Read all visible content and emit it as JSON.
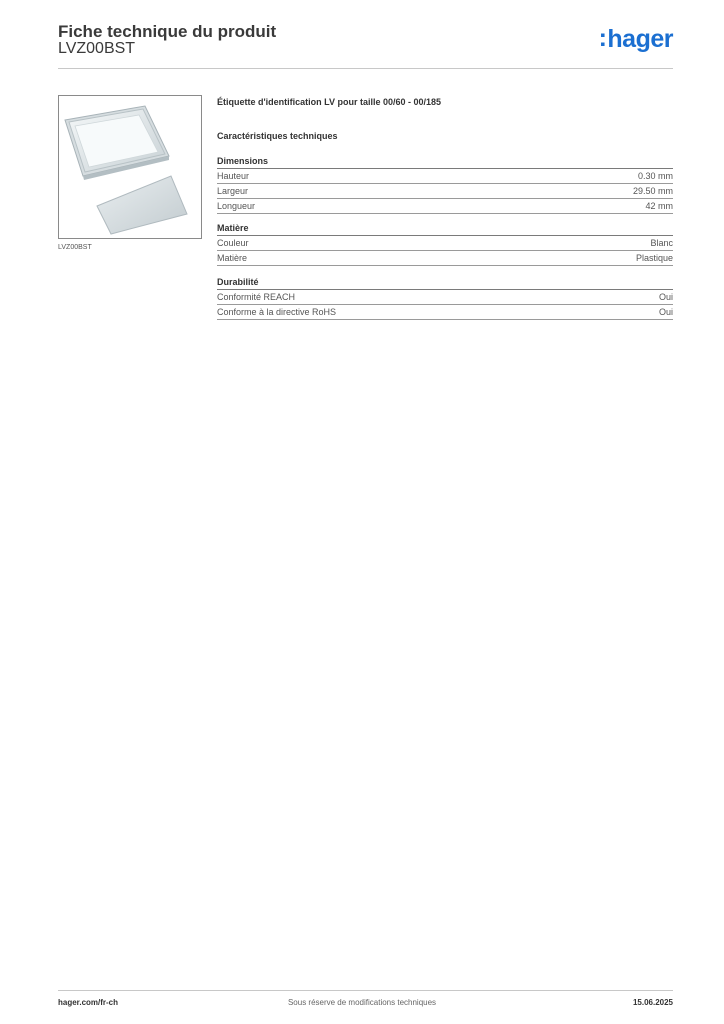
{
  "header": {
    "title": "Fiche technique du produit",
    "product_code": "LVZ00BST",
    "logo_text": "hager",
    "logo_prefix": ":",
    "brand_color": "#1b6fd1"
  },
  "image": {
    "caption": "LVZ00BST",
    "icon": "product-photo-label-holder"
  },
  "product": {
    "description": "Étiquette d'identification LV pour taille 00/60 - 00/185",
    "tech_heading": "Caractéristiques techniques"
  },
  "sections": [
    {
      "title": "Dimensions",
      "rows": [
        {
          "label": "Hauteur",
          "value": "0.30 mm"
        },
        {
          "label": "Largeur",
          "value": "29.50 mm"
        },
        {
          "label": "Longueur",
          "value": "42 mm"
        }
      ]
    },
    {
      "title": "Matière",
      "rows": [
        {
          "label": "Couleur",
          "value": "Blanc"
        },
        {
          "label": "Matière",
          "value": "Plastique"
        }
      ]
    },
    {
      "title": "Durabilité",
      "rows": [
        {
          "label": "Conformité REACH",
          "value": "Oui"
        },
        {
          "label": "Conforme à la directive RoHS",
          "value": "Oui"
        }
      ]
    }
  ],
  "footer": {
    "website": "hager.com/fr-ch",
    "disclaimer": "Sous réserve de modifications techniques",
    "date": "15.06.2025"
  }
}
